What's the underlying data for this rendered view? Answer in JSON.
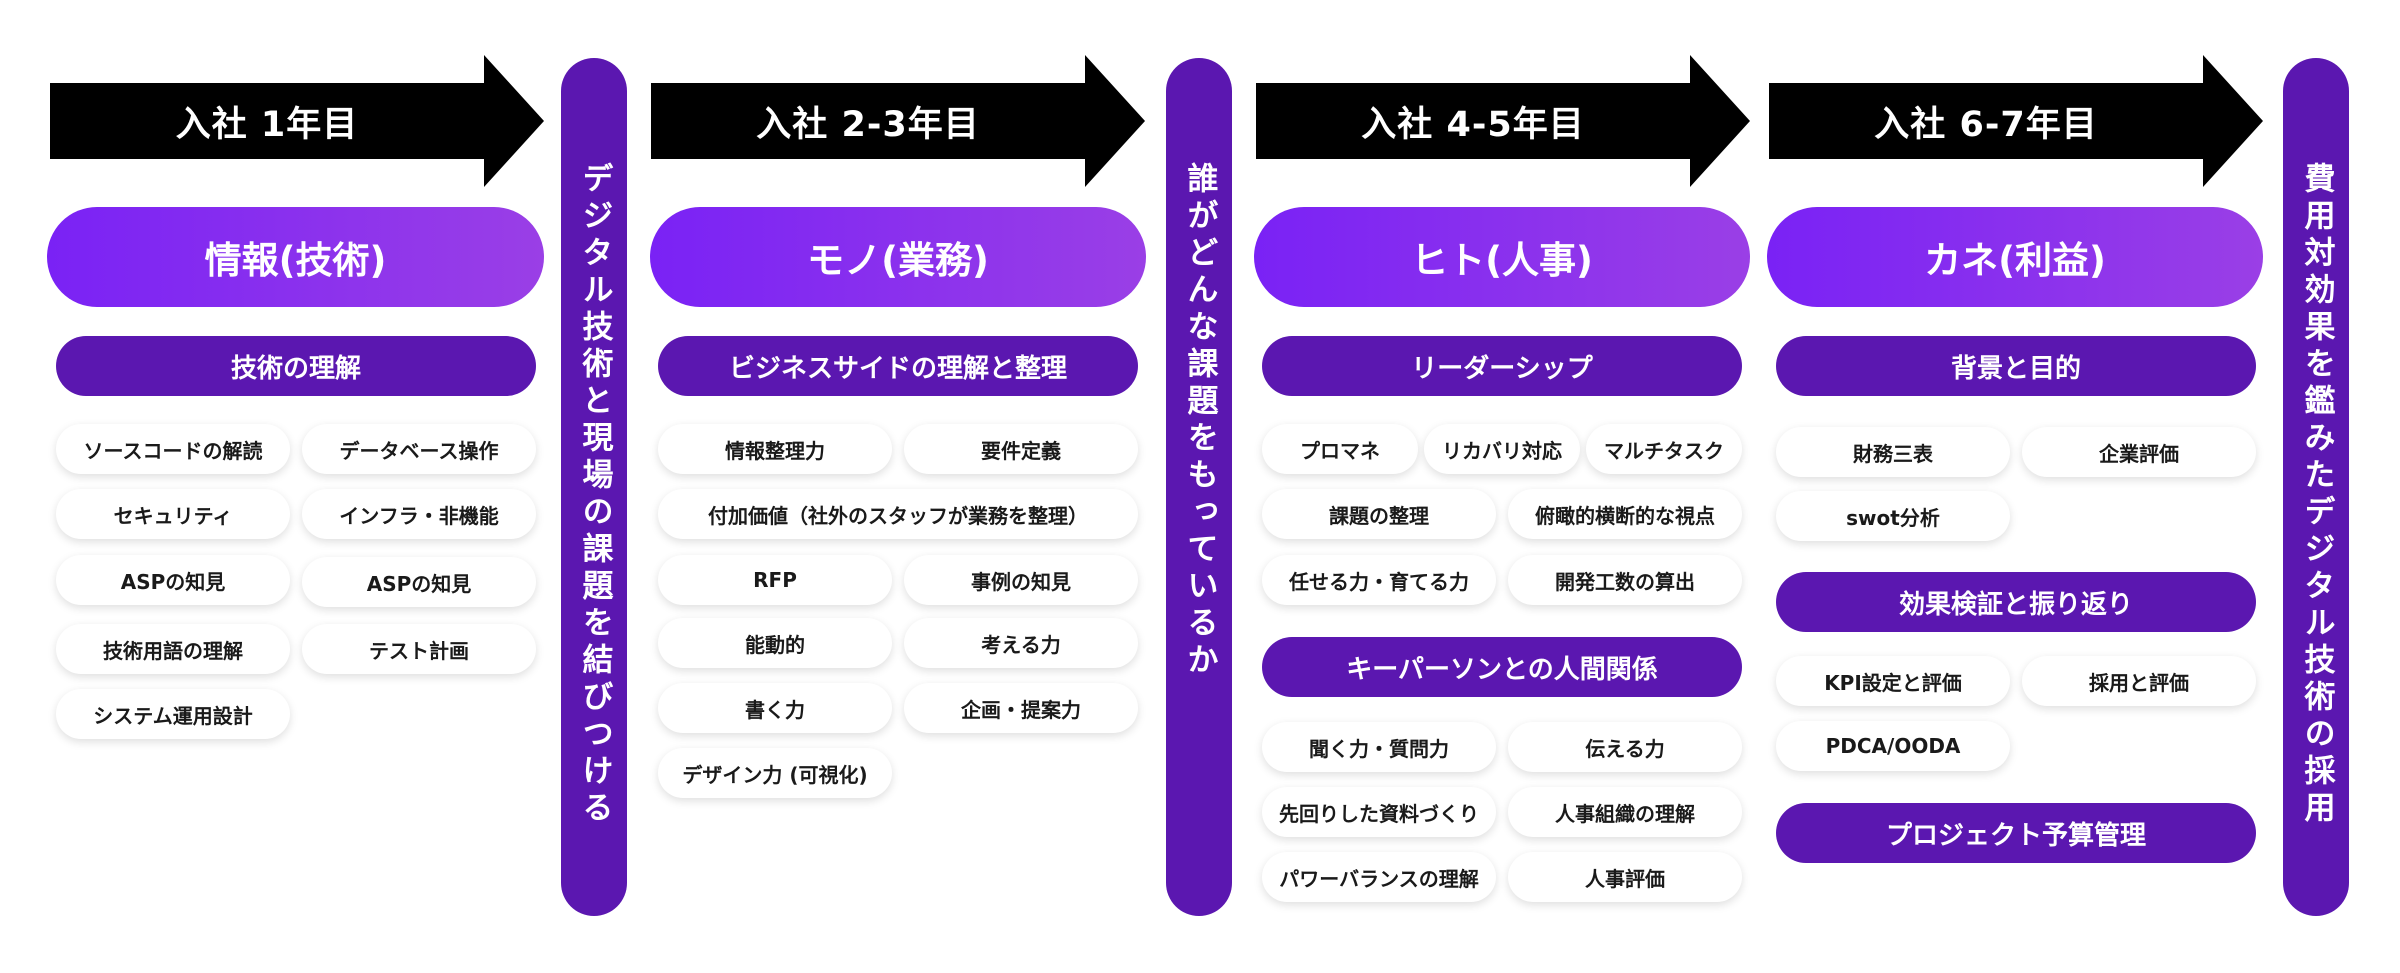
{
  "stages": [
    {
      "arrow": "入社 1年目",
      "category": "情報(技術)",
      "groups": [
        {
          "title": "技術の理解",
          "tags": [
            "ソースコードの解読",
            "データベース操作",
            "セキュリティ",
            "インフラ・非機能",
            "ASPの知見",
            "ASPの知見",
            "技術用語の理解",
            "テスト計画",
            "システム運用設計"
          ]
        }
      ]
    },
    {
      "arrow": "入社 2-3年目",
      "category": "モノ(業務)",
      "groups": [
        {
          "title": "ビジネスサイドの理解と整理",
          "tags": [
            "情報整理力",
            "要件定義",
            "付加価値（社外のスタッフが業務を整理）",
            "RFP",
            "事例の知見",
            "能動的",
            "考える力",
            "書く力",
            "企画・提案力",
            "デザイン力 (可視化)"
          ]
        }
      ]
    },
    {
      "arrow": "入社 4-5年目",
      "category": "ヒト(人事)",
      "groups": [
        {
          "title": "リーダーシップ",
          "tags": [
            "プロマネ",
            "リカバリ対応",
            "マルチタスク",
            "課題の整理",
            "俯瞰的横断的な視点",
            "任せる力・育てる力",
            "開発工数の算出"
          ]
        },
        {
          "title": "キーパーソンとの人間関係",
          "tags": [
            "聞く力・質問力",
            "伝える力",
            "先回りした資料づくり",
            "人事組織の理解",
            "パワーバランスの理解",
            "人事評価"
          ]
        }
      ]
    },
    {
      "arrow": "入社 6-7年目",
      "category": "カネ(利益)",
      "groups": [
        {
          "title": "背景と目的",
          "tags": [
            "財務三表",
            "企業評価",
            "swot分析"
          ]
        },
        {
          "title": "効果検証と振り返り",
          "tags": [
            "KPI設定と評価",
            "採用と評価",
            "PDCA/OODA"
          ]
        },
        {
          "title": "プロジェクト予算管理",
          "tags": []
        }
      ]
    }
  ],
  "bridges": [
    "デジタル技術と現場の課題を結びつける",
    "誰がどんな課題をもっているか",
    "費用対効果を鑑みたデジタル技術の採用"
  ]
}
